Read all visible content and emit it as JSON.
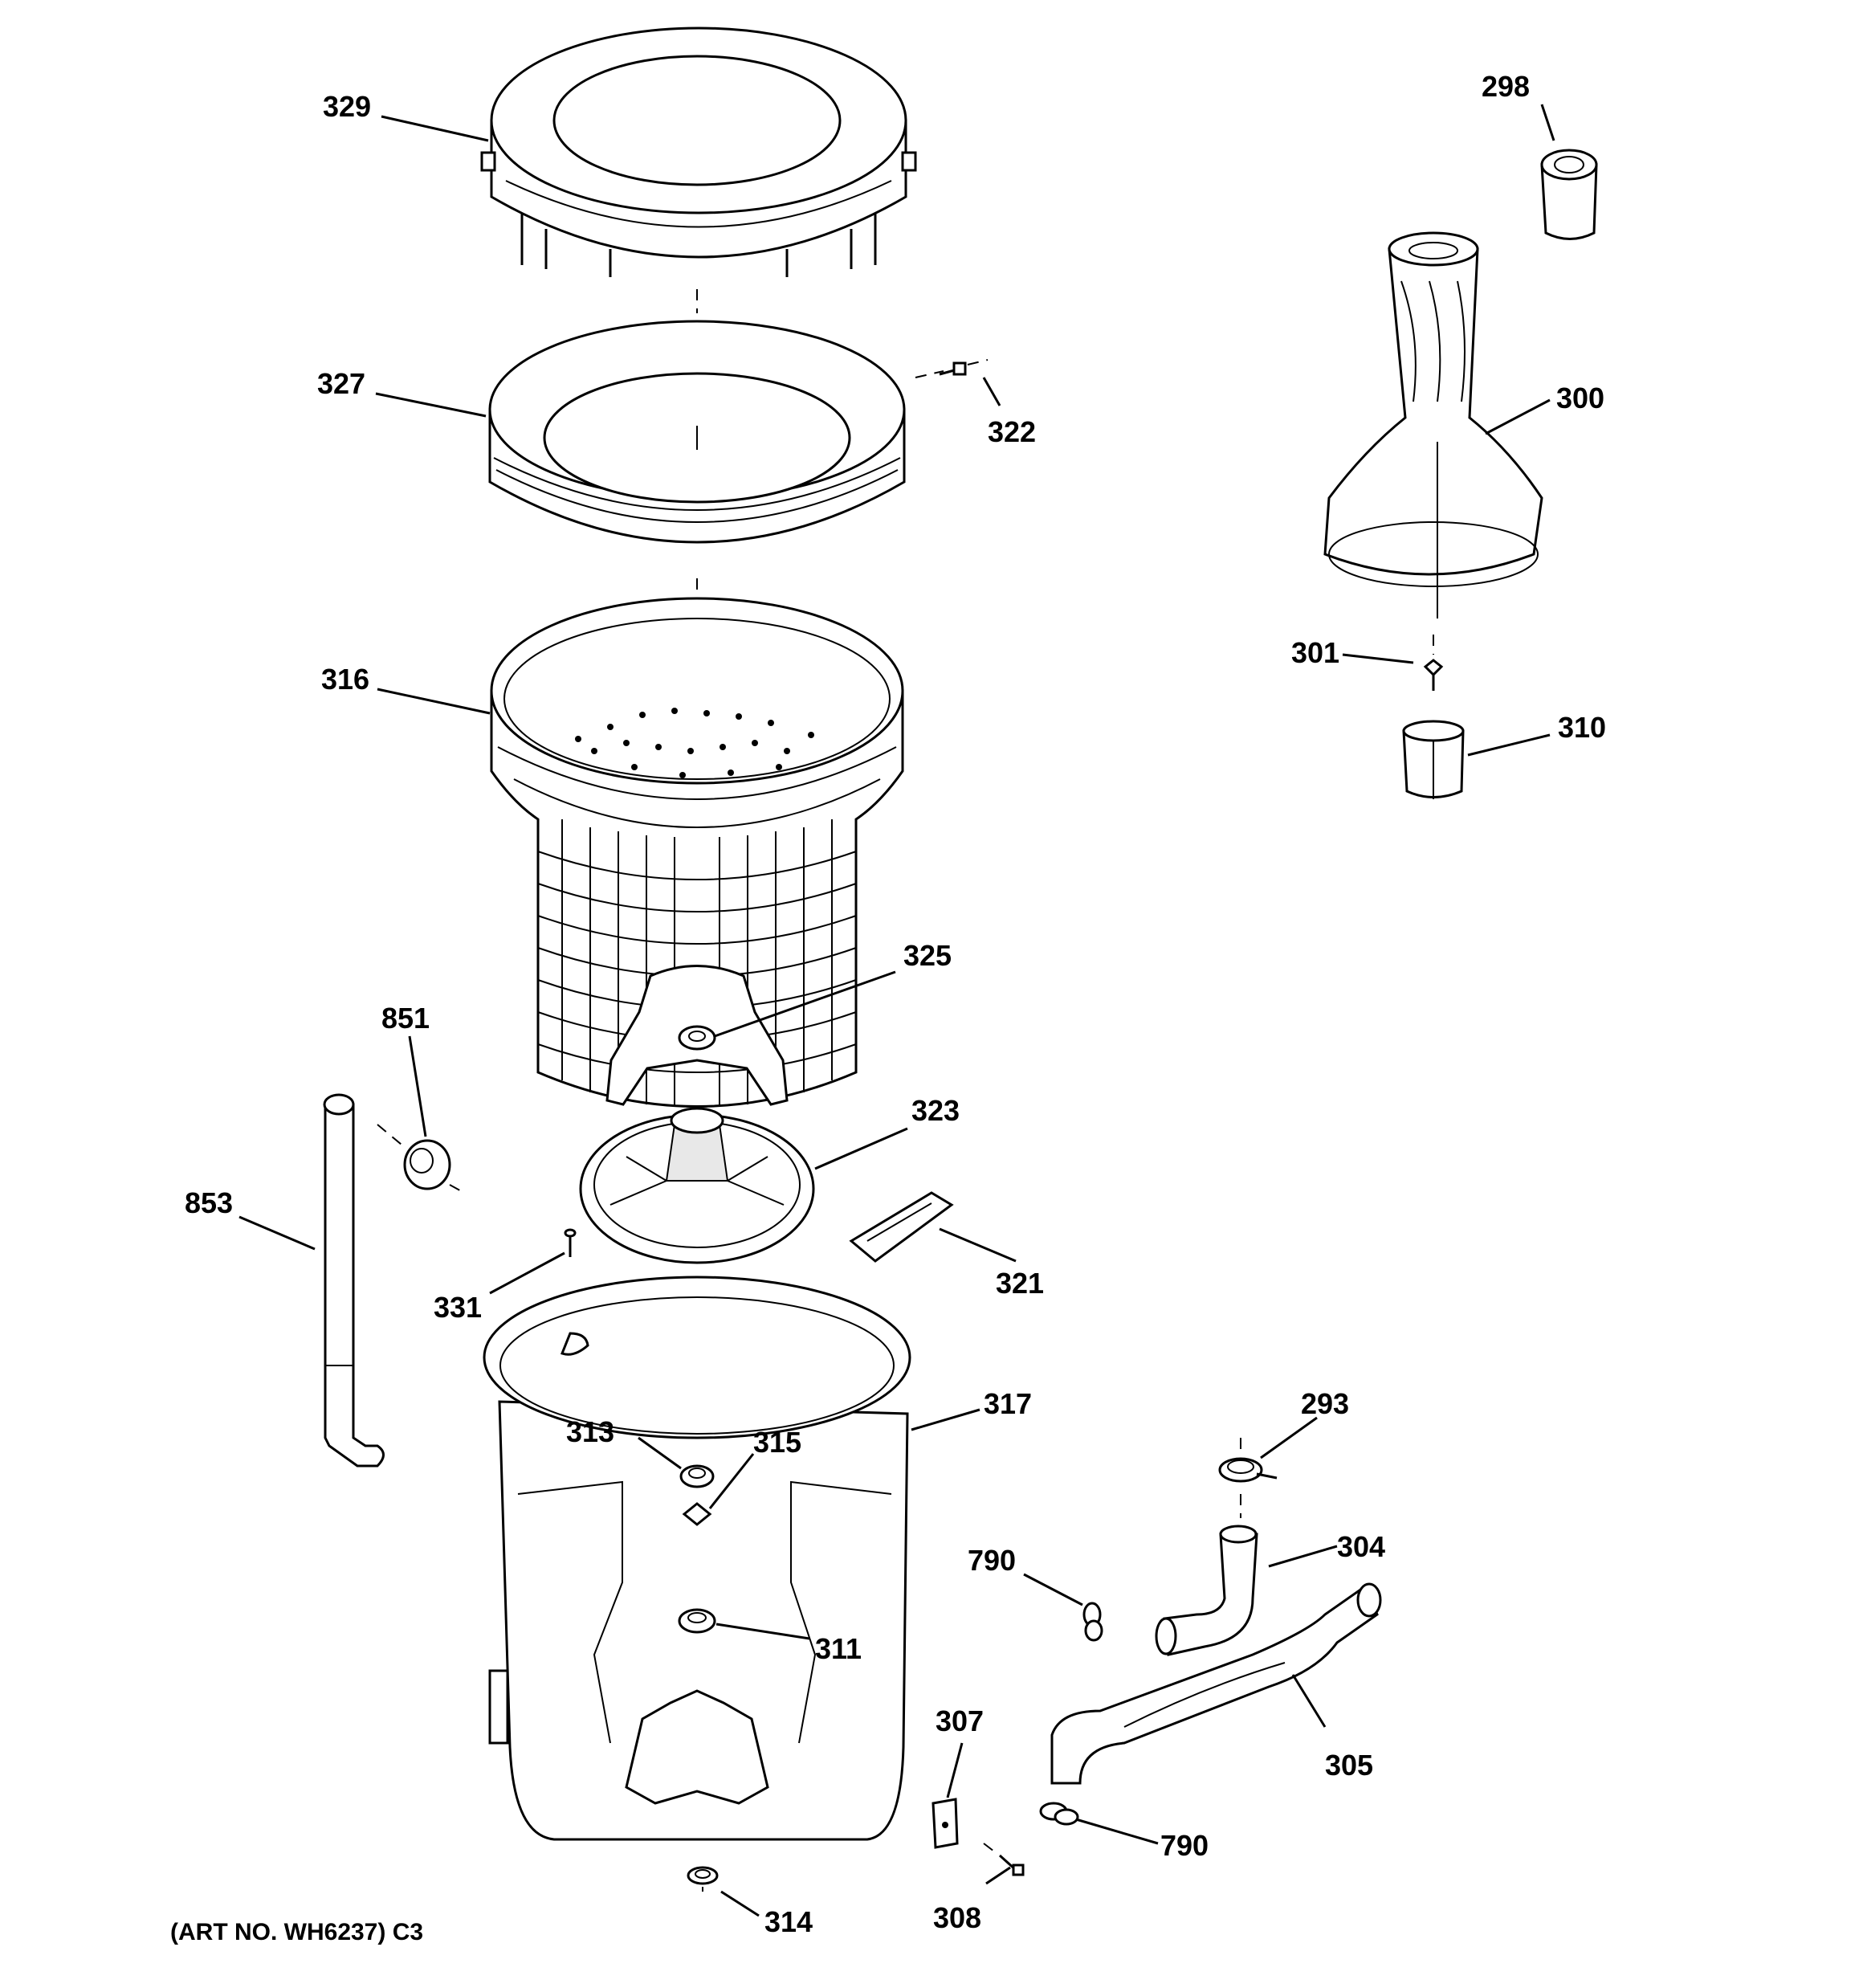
{
  "diagram": {
    "caption": "(ART NO. WH6237) C3",
    "labels": {
      "l329": "329",
      "l327": "327",
      "l322": "322",
      "l316": "316",
      "l325": "325",
      "l851": "851",
      "l323": "323",
      "l853": "853",
      "l331": "331",
      "l321": "321",
      "l317": "317",
      "l313": "313",
      "l315": "315",
      "l311": "311",
      "l314": "314",
      "l298": "298",
      "l300": "300",
      "l301": "301",
      "l310": "310",
      "l293": "293",
      "l790a": "790",
      "l304": "304",
      "l307": "307",
      "l305": "305",
      "l790b": "790",
      "l308": "308"
    }
  }
}
